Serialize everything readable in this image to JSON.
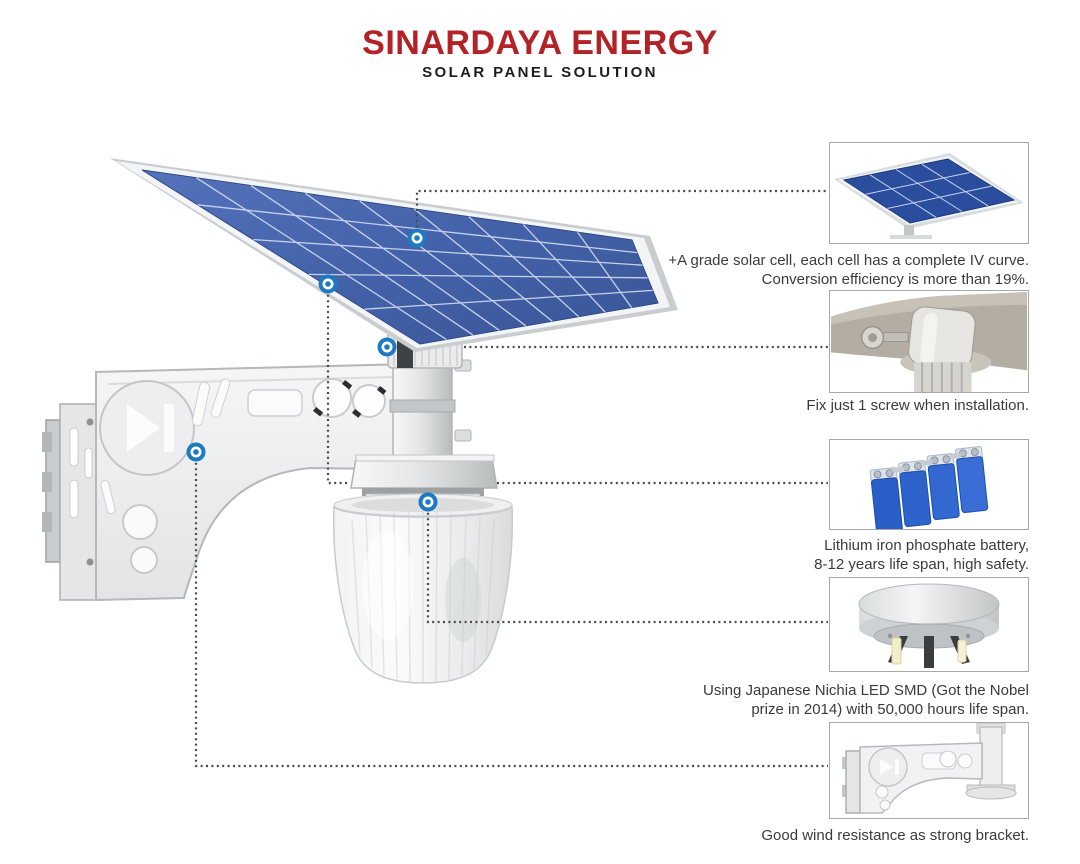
{
  "header": {
    "brand": "SINARDAYA ENERGY",
    "tagline": "SOLAR PANEL SOLUTION"
  },
  "callouts": [
    {
      "name": "solar-cell",
      "lines": [
        "+A grade solar cell, each cell has a complete IV curve.",
        "Conversion efficiency is more than 19%."
      ]
    },
    {
      "name": "screw-installation",
      "lines": [
        "Fix just 1 screw when installation."
      ]
    },
    {
      "name": "battery",
      "lines": [
        "Lithium iron phosphate battery,",
        "8-12 years life span, high safety."
      ]
    },
    {
      "name": "led-module",
      "lines": [
        "Using Japanese Nichia LED SMD (Got the Nobel",
        "prize in 2014) with 50,000 hours life span."
      ]
    },
    {
      "name": "bracket",
      "lines": [
        "Good wind resistance as strong bracket."
      ]
    }
  ],
  "colors": {
    "brand_red": "#b22227",
    "tagline_black": "#1d1c1a",
    "caption_gray": "#3b3b3b",
    "accent_blue": "#1b7ac1",
    "panel_blue": "#2a4d9e",
    "connector_gray": "#4a4a4a"
  }
}
